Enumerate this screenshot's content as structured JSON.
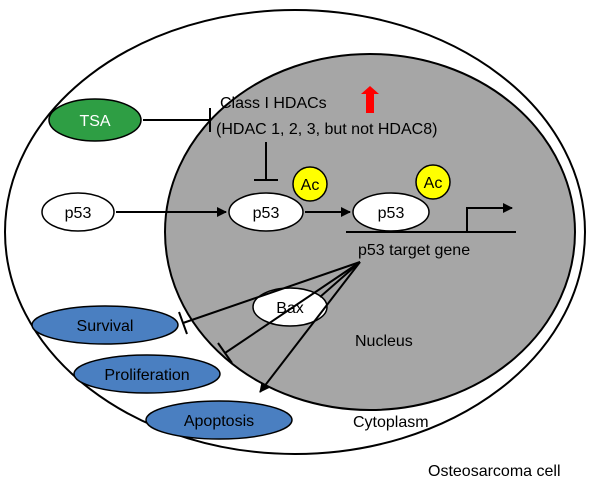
{
  "cell": {
    "label": "Osteosarcoma cell"
  },
  "cytoplasm": {
    "label": "Cytoplasm"
  },
  "nucleus": {
    "label": "Nucleus"
  },
  "tsa": {
    "label": "TSA",
    "color": "#2e9e44"
  },
  "hdac": {
    "line1": "Class I HDACs",
    "line2": "(HDAC 1, 2, 3, but not HDAC8)",
    "indicator_color": "#ff0000"
  },
  "p53_cytoplasm": {
    "label": "p53"
  },
  "p53_nucleus": {
    "label": "p53"
  },
  "p53_bound": {
    "label": "p53"
  },
  "acetyl_1": {
    "label": "Ac",
    "color": "#ffff00"
  },
  "acetyl_2": {
    "label": "Ac",
    "color": "#ffff00"
  },
  "target_gene": {
    "label": "p53 target gene"
  },
  "bax": {
    "label": "Bax"
  },
  "outcomes": [
    {
      "label": "Survival",
      "color": "#4a7fc1"
    },
    {
      "label": "Proliferation",
      "color": "#4a7fc1"
    },
    {
      "label": "Apoptosis",
      "color": "#4a7fc1"
    }
  ],
  "nucleus_fill": "#a6a6a6"
}
